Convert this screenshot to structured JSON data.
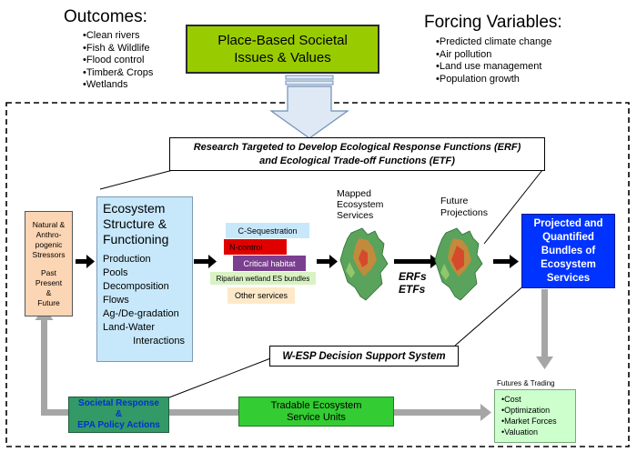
{
  "outcomes": {
    "title": "Outcomes:",
    "items": [
      "•Clean rivers",
      "•Fish & Wildlife",
      "•Flood control",
      "•Timber& Crops",
      "•Wetlands"
    ]
  },
  "issues": {
    "line1": "Place-Based Societal",
    "line2": "Issues & Values"
  },
  "forcing": {
    "title": "Forcing Variables:",
    "items": [
      "•Predicted climate change",
      "•Air pollution",
      "•Land use management",
      "•Population growth"
    ]
  },
  "research": {
    "line1": "Research Targeted to Develop Ecological Response Functions (ERF)",
    "line2": "and  Ecological Trade-off Functions (ETF)"
  },
  "stressors": {
    "lines": [
      "Natural &",
      "Anthro-",
      "pogenic",
      "Stressors",
      "",
      "Past",
      "Present",
      "&",
      "Future"
    ]
  },
  "ecosystem": {
    "title_lines": [
      "Ecosystem",
      "Structure &",
      "Functioning"
    ],
    "items": [
      "Production",
      "Pools",
      "Decomposition",
      "Flows",
      "Ag-/De-gradation",
      "Land-Water"
    ],
    "last_item": "Interactions"
  },
  "services_tags": {
    "c_seq": "C-Sequestration",
    "n_control": "N-control",
    "critical": "Critical habitat",
    "riparian": "Riparian wetland ES bundles",
    "other": "Other services"
  },
  "mapped": {
    "lines": [
      "Mapped",
      "Ecosystem",
      "Services"
    ]
  },
  "future": {
    "lines": [
      "Future",
      "Projections"
    ]
  },
  "erfs": {
    "line1": "ERFs",
    "line2": "ETFs"
  },
  "projected": {
    "lines": [
      "Projected and",
      "Quantified",
      "Bundles of",
      "Ecosystem",
      "Services"
    ]
  },
  "wesp": "W-ESP Decision Support System",
  "futures_trading": {
    "title": "Futures & Trading",
    "items": [
      "•Cost",
      "•Optimization",
      "•Market Forces",
      "•Valuation"
    ]
  },
  "tradable": {
    "line1": "Tradable Ecosystem",
    "line2": "Service Units"
  },
  "societal": {
    "line1": "Societal Response",
    "line2": "&",
    "line3": "EPA Policy Actions"
  },
  "colors": {
    "issues_fill": "#99cc00",
    "stressor_fill": "#fcd5b4",
    "ecosystem_fill": "#c7e8fb",
    "projected_fill": "#0033ff",
    "tradable_fill": "#33cc33",
    "societal_fill": "#339966",
    "futures_fill": "#ccffcc",
    "arrow_gray": "#a6a6a6",
    "critical_fill": "#7b3f8f",
    "n_control_fill": "#e00000"
  }
}
